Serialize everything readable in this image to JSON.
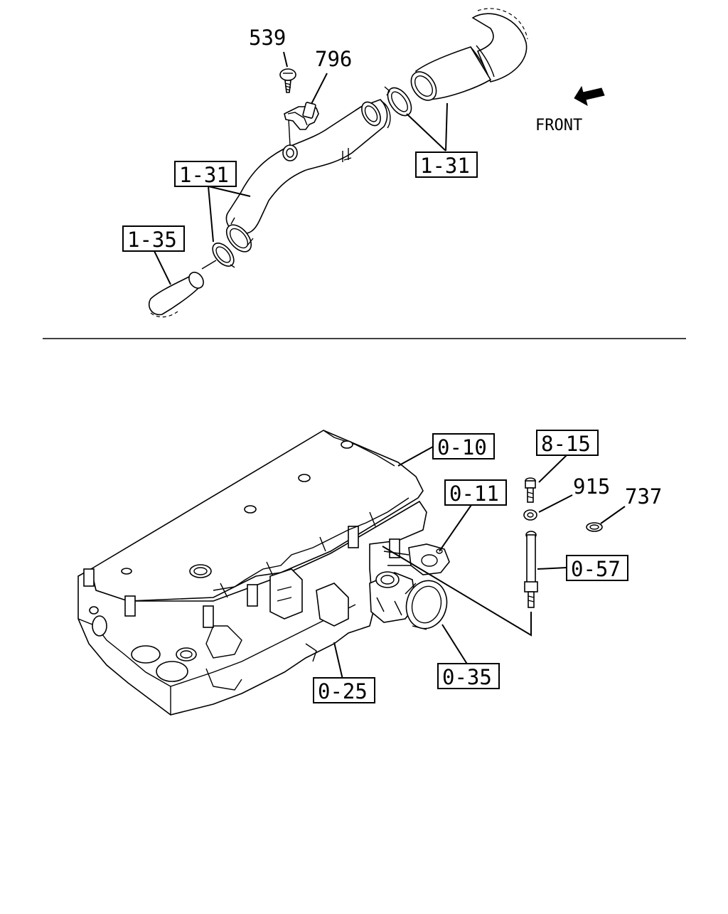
{
  "diagram": {
    "front_label": "FRONT",
    "colors": {
      "line": "#000000",
      "background": "#ffffff"
    },
    "icons": [
      "front-arrow-icon"
    ],
    "upper_callouts": {
      "ref_539": "539",
      "ref_796": "796",
      "ref_1_31_a": "1-31",
      "ref_1_31_b": "1-31",
      "ref_1_35": "1-35"
    },
    "lower_callouts": {
      "ref_0_10": "0-10",
      "ref_0_11": "0-11",
      "ref_8_15": "8-15",
      "ref_915": "915",
      "ref_737": "737",
      "ref_0_57": "0-57",
      "ref_0_35": "0-35",
      "ref_0_25": "0-25"
    }
  }
}
